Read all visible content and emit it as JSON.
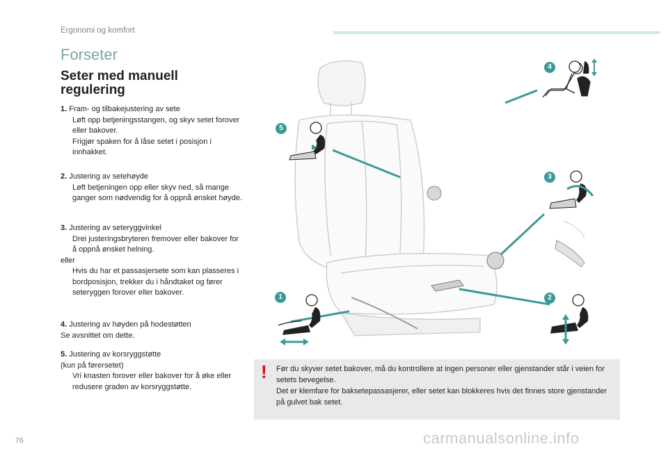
{
  "header": {
    "section": "Ergonomi og komfort"
  },
  "page": {
    "title": "Forseter",
    "subtitle": "Seter med manuell regulering",
    "number": "76"
  },
  "items": [
    {
      "num": "1.",
      "heading": " Fram- og tilbakejustering av sete",
      "bullets": [
        "Løft opp betjeningsstangen, og skyv setet forover eller bakover.",
        "Frigjør spaken for å låse setet i posisjon i innhakket."
      ]
    },
    {
      "num": "2.",
      "heading": " Justering av setehøyde",
      "bullets": [
        "Løft betjeningen opp eller skyv ned, så mange ganger som nødvendig for å oppnå ønsket høyde."
      ]
    },
    {
      "num": "3.",
      "heading": " Justering av seteryggvinkel",
      "bullets": [
        "Drei justeringsbryteren fremover eller bakover for å oppnå ønsket helning."
      ],
      "or": "eller",
      "bullets2": [
        "Hvis du har et passasjersete som kan plasseres i bordposisjon, trekker du i håndtaket og fører seteryggen forover eller bakover."
      ]
    },
    {
      "num": "4.",
      "heading": " Justering av høyden på hodestøtten",
      "line2": "Se avsnittet om dette."
    },
    {
      "num": "5.",
      "heading": " Justering av korsryggstøtte",
      "line2": "(kun på førersetet)",
      "bullets": [
        "Vri knasten forover eller bakover for å øke eller redusere graden av korsryggstøtte."
      ]
    }
  ],
  "bullet_symbol": "",
  "warning": {
    "icon": "!",
    "line1": "Før du skyver setet bakover, må du kontrollere at ingen personer eller gjenstander står i veien for setets bevegelse.",
    "line2": "Det er klemfare for baksetepassasjerer, eller setet kan blokkeres hvis det finnes store gjenstander på gulvet bak setet."
  },
  "callouts": [
    "1",
    "2",
    "3",
    "4",
    "5"
  ],
  "watermark": "carmanualsonline.info",
  "colors": {
    "accent": "#3a9a98",
    "warning": "#e2001a",
    "title": "#7fa3a3"
  }
}
